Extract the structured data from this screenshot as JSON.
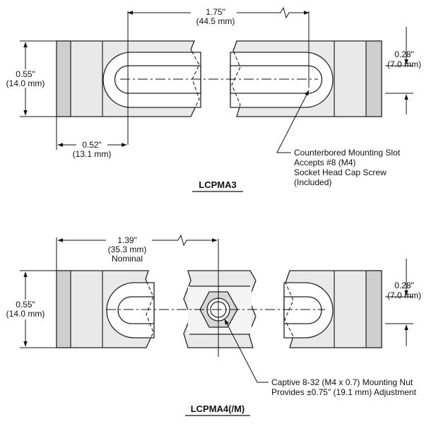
{
  "top": {
    "dim_length_in": "1.75\"",
    "dim_length_mm": "(44.5 mm)",
    "dim_height_in": "0.55\"",
    "dim_height_mm": "(14.0 mm)",
    "dim_offset_in": "0.52\"",
    "dim_offset_mm": "(13.1 mm)",
    "dim_slot_in": "0.28\"",
    "dim_slot_mm": "(7.0 mm)",
    "note_lines": [
      "Counterbored Mounting Slot",
      "Accepts #8 (M4)",
      "Socket Head Cap Screw",
      "(Included)"
    ],
    "title": "LCPMA3"
  },
  "bottom": {
    "dim_length_in": "1.39\"",
    "dim_length_mm": "(35.3 mm)",
    "dim_length_note": "Nominal",
    "dim_height_in": "0.55\"",
    "dim_height_mm": "(14.0 mm)",
    "dim_slot_in": "0.28\"",
    "dim_slot_mm": "(7.0 mm)",
    "note_lines": [
      "Captive 8-32 (M4 x 0.7) Mounting Nut",
      "Provides ±0.75\" (19.1 mm) Adjustment"
    ],
    "title": "LCPMA4(/M)"
  }
}
